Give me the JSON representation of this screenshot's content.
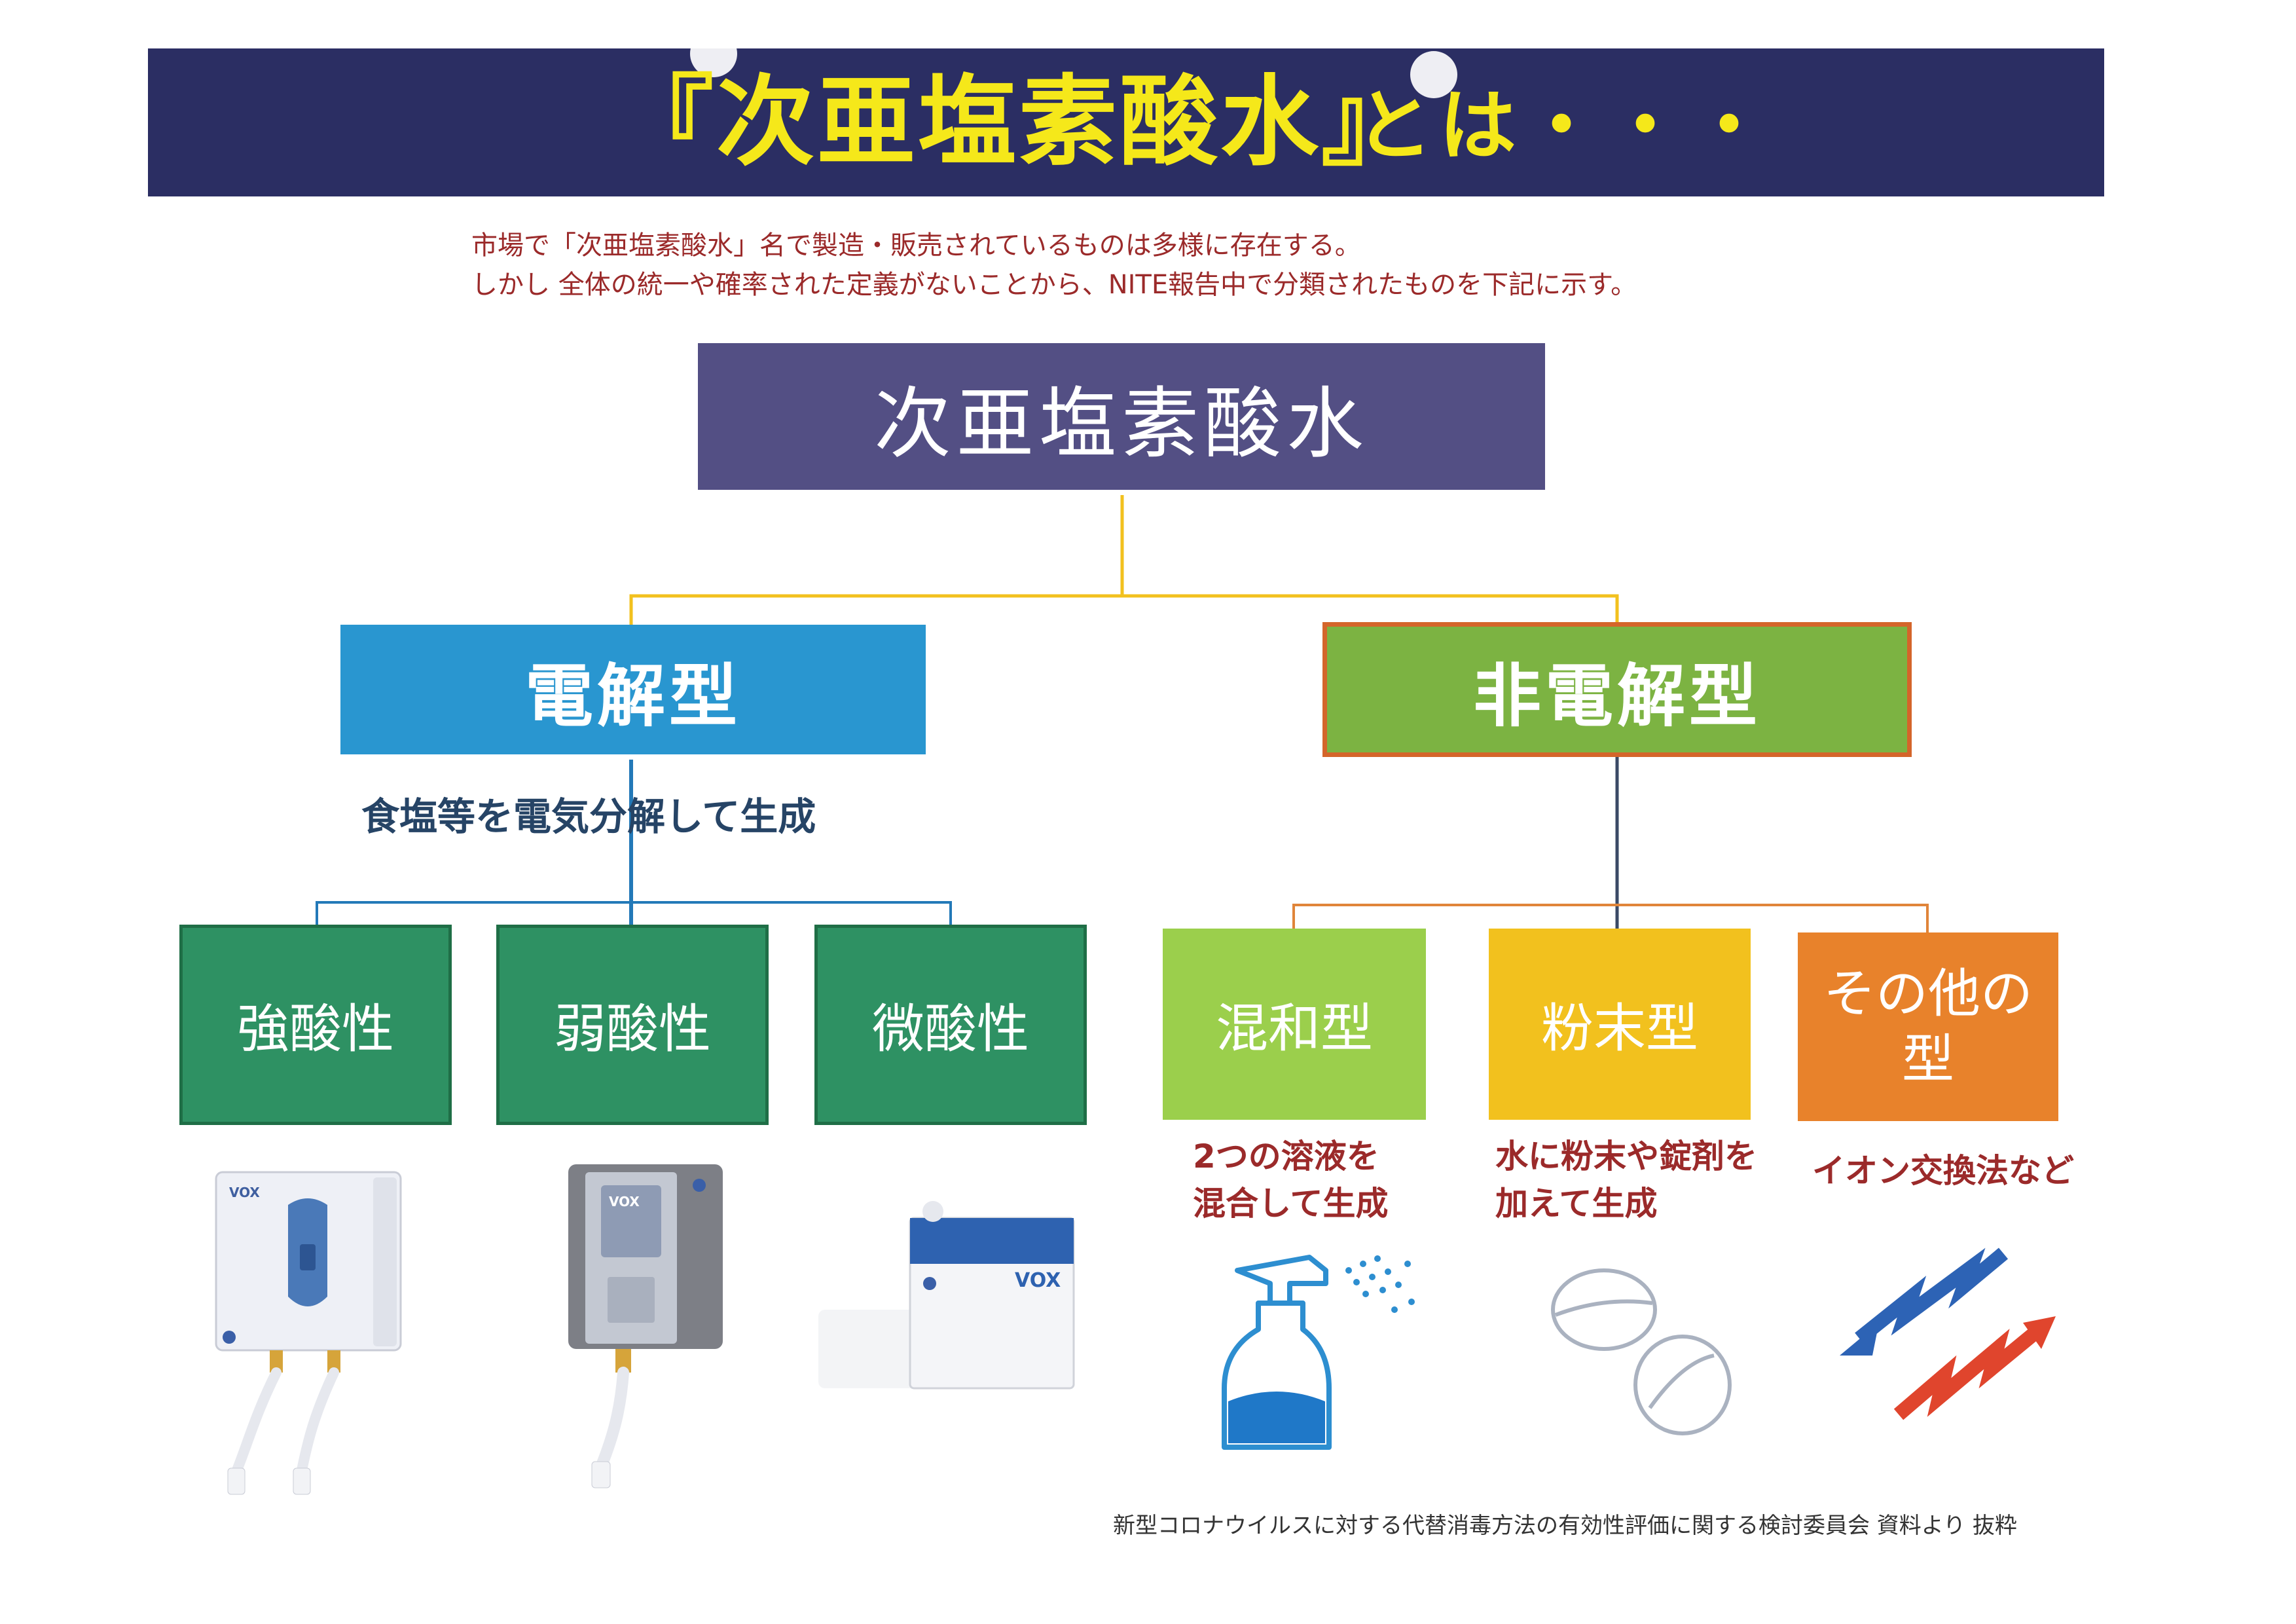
{
  "title": {
    "main": "『次亜塩素酸水』",
    "suffix": "とは・・・"
  },
  "intro": [
    "市場で「次亜塩素酸水」名で製造・販売されているものは多様に存在する。",
    "しかし 全体の統一や確率された定義がないことから、NITE報告中で分類されたものを下記に示す。"
  ],
  "root": "次亜塩素酸水",
  "electrolytic": {
    "label": "電解型",
    "description": "食塩等を電気分解して生成",
    "types": [
      "強酸性",
      "弱酸性",
      "微酸性"
    ]
  },
  "non_electrolytic": {
    "label": "非電解型",
    "types": [
      {
        "label_lines": [
          "混和型"
        ],
        "description_lines": [
          "2つの溶液を",
          "混合して生成"
        ]
      },
      {
        "label_lines": [
          "粉末型"
        ],
        "description_lines": [
          "水に粉末や錠剤を",
          "加えて生成"
        ]
      },
      {
        "label_lines": [
          "その他の",
          "型"
        ],
        "description_lines": [
          "イオン交換法など"
        ]
      }
    ]
  },
  "device_labels": [
    "VOX",
    "VOX",
    "VOX"
  ],
  "icons": [
    "generator-device-icon",
    "generator-device-icon",
    "generator-unit-icon",
    "spray-bottle-icon",
    "tablet-icon",
    "arrows-icon"
  ],
  "colors": {
    "banner": "#2b2e63",
    "title_text": "#f5e81a",
    "root_box": "#534f84",
    "electrolytic_box": "#2996d0",
    "non_electrolytic_box": "#7cb342",
    "acid_boxes": "#2e9163",
    "mix_box": "#9bcf4c",
    "powder_box": "#f2c11e",
    "other_box": "#e8822b",
    "accent_text": "#9b2a2a"
  },
  "footer": "新型コロナウイルスに対する代替消毒方法の有効性評価に関する検討委員会 資料より 抜粋"
}
